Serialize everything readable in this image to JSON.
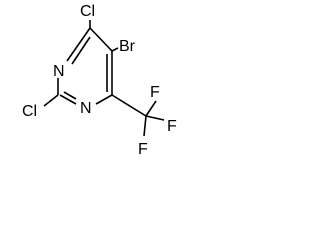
{
  "molecule": {
    "atoms": {
      "cl_top": "Cl",
      "br": "Br",
      "n_top": "N",
      "n_bottom": "N",
      "cl_left": "Cl",
      "f_top": "F",
      "f_right": "F",
      "f_bottom": "F"
    }
  }
}
